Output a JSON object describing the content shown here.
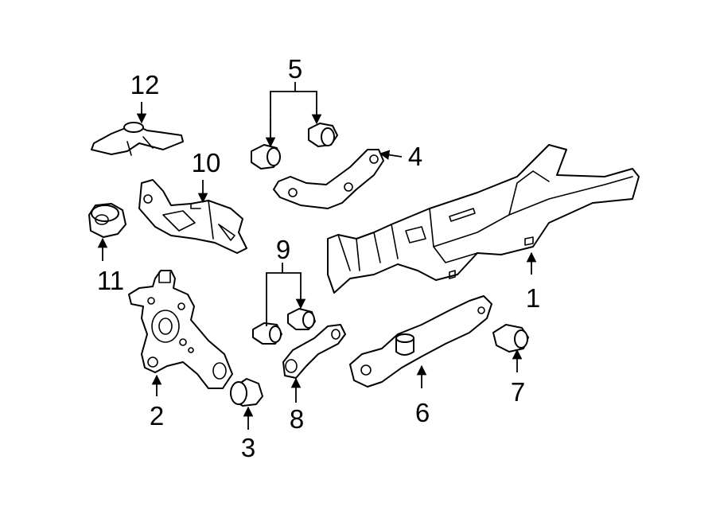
{
  "diagram": {
    "background": "#ffffff",
    "line_color": "#000000",
    "callouts": [
      {
        "id": "c1",
        "text": "1"
      },
      {
        "id": "c2",
        "text": "2"
      },
      {
        "id": "c3",
        "text": "3"
      },
      {
        "id": "c4",
        "text": "4"
      },
      {
        "id": "c5",
        "text": "5"
      },
      {
        "id": "c6",
        "text": "6"
      },
      {
        "id": "c7",
        "text": "7"
      },
      {
        "id": "c8",
        "text": "8"
      },
      {
        "id": "c9",
        "text": "9"
      },
      {
        "id": "c10",
        "text": "10"
      },
      {
        "id": "c11",
        "text": "11"
      },
      {
        "id": "c12",
        "text": "12"
      }
    ]
  }
}
